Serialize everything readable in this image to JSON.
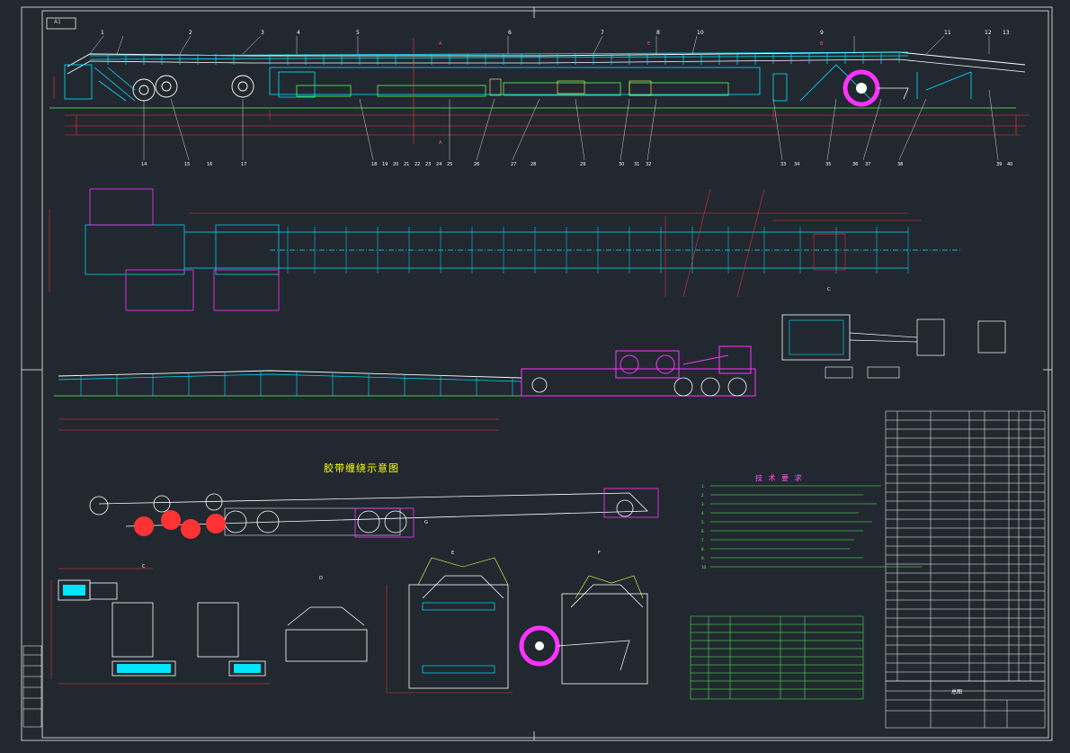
{
  "drawing": {
    "frame_tag": "A1",
    "belt_schematic_title": "胶带缠绕示意图",
    "tech_notes_title": "技 术 要 求",
    "section_labels": [
      "A",
      "B",
      "C",
      "D",
      "E",
      "F",
      "G"
    ],
    "part_numbers_top": [
      "1",
      "2",
      "3",
      "4",
      "5",
      "6",
      "7",
      "8",
      "9",
      "10",
      "11",
      "12",
      "13"
    ],
    "part_numbers_bottom": [
      "14",
      "15",
      "16",
      "17",
      "18",
      "19",
      "20",
      "21",
      "22",
      "23",
      "24",
      "25",
      "26",
      "27",
      "28",
      "29",
      "30",
      "31",
      "32",
      "33",
      "34",
      "35",
      "36",
      "37",
      "38",
      "39",
      "40"
    ],
    "tech_notes": [
      "1.",
      "2.",
      "3.",
      "4.",
      "5.",
      "6.",
      "7.",
      "8.",
      "9.",
      "10."
    ],
    "title_block_label": "总图",
    "colors": {
      "background": "#212830",
      "frame": "#c8c8c8",
      "structure": "#00e5ff",
      "belt": "#ffffff",
      "tail_unit": "#ff33ff",
      "dimension": "#ff3333",
      "ground": "#55ff55",
      "note": "#55ff55",
      "title": "#ffff00"
    }
  }
}
